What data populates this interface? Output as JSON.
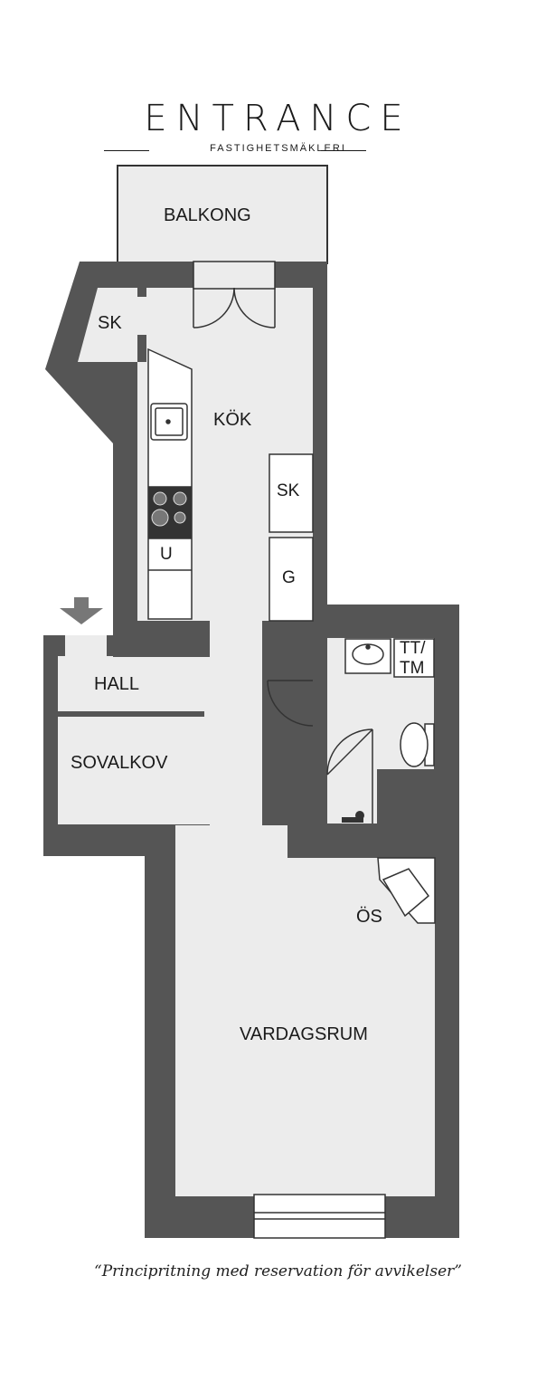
{
  "brand": {
    "name": "ENTRANCE",
    "tagline": "FASTIGHETSMÄKLERI"
  },
  "rooms": {
    "balkong": "BALKONG",
    "sk_top": "SK",
    "kok": "KÖK",
    "sk_kitchen": "SK",
    "u": "U",
    "g": "G",
    "hall": "HALL",
    "sovalkov": "SOVALKOV",
    "tt": "TT/",
    "tm": "TM",
    "os": "ÖS",
    "vardagsrum": "VARDAGSRUM"
  },
  "footer": {
    "disclaimer": "“Principritning med reservation för avvikelser”"
  },
  "colors": {
    "wall": "#555555",
    "floor": "#ececec",
    "background": "#ffffff",
    "line": "#1a1a1a"
  },
  "icons": [
    "entrance-arrow-icon",
    "sink-icon",
    "stove-icon",
    "toilet-icon",
    "washbasin-icon",
    "tap-icon",
    "door-swing-icon"
  ]
}
